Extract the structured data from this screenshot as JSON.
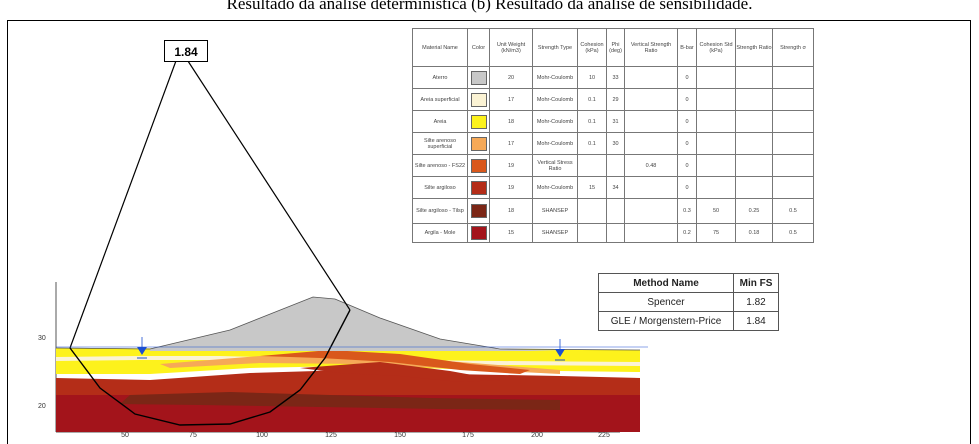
{
  "caption": "Resultado da análise determinística (b) Resultado da análise de sensibilidade.",
  "fs_label": "1.84",
  "materials_table": {
    "headers": [
      "Material Name",
      "Color",
      "Unit Weight (kN/m3)",
      "Strength Type",
      "Cohesion (kPa)",
      "Phi (deg)",
      "Vertical Strength Ratio",
      "B-bar",
      "Cohesion Std (kPa)",
      "Strength Ratio",
      "Strength σ"
    ],
    "rows": [
      {
        "name": "Aterro",
        "color": "#c8c8c8",
        "unit_weight": "20",
        "strength_type": "Mohr-Coulomb",
        "cohesion": "10",
        "phi": "33",
        "vsr": "",
        "bbar": "0",
        "c1": "",
        "c2": "",
        "c3": ""
      },
      {
        "name": "Areia superficial",
        "color": "#fbf3d4",
        "unit_weight": "17",
        "strength_type": "Mohr-Coulomb",
        "cohesion": "0.1",
        "phi": "29",
        "vsr": "",
        "bbar": "0",
        "c1": "",
        "c2": "",
        "c3": ""
      },
      {
        "name": "Areia",
        "color": "#fdf21c",
        "unit_weight": "18",
        "strength_type": "Mohr-Coulomb",
        "cohesion": "0.1",
        "phi": "31",
        "vsr": "",
        "bbar": "0",
        "c1": "",
        "c2": "",
        "c3": ""
      },
      {
        "name": "Silte arenoso superficial",
        "color": "#f6a957",
        "unit_weight": "17",
        "strength_type": "Mohr-Coulomb",
        "cohesion": "0.1",
        "phi": "30",
        "vsr": "",
        "bbar": "0",
        "c1": "",
        "c2": "",
        "c3": ""
      },
      {
        "name": "Silte arenoso - FS22",
        "color": "#d9581c",
        "unit_weight": "19",
        "strength_type": "Vertical Stress Ratio",
        "cohesion": "",
        "phi": "",
        "vsr": "0.48",
        "bbar": "0",
        "c1": "",
        "c2": "",
        "c3": ""
      },
      {
        "name": "Silte argiloso",
        "color": "#b42d18",
        "unit_weight": "19",
        "strength_type": "Mohr-Coulomb",
        "cohesion": "15",
        "phi": "34",
        "vsr": "",
        "bbar": "0",
        "c1": "",
        "c2": "",
        "c3": ""
      },
      {
        "name": "Silte argiloso - Tilsp",
        "color": "#7b2616",
        "unit_weight": "18",
        "strength_type": "SHANSEP",
        "cohesion": "",
        "phi": "",
        "vsr": "",
        "bbar": "0.3",
        "c1": "50",
        "c2": "0.25",
        "c3": "0.5"
      },
      {
        "name": "Argila - Mole",
        "color": "#a3141b",
        "unit_weight": "15",
        "strength_type": "SHANSEP",
        "cohesion": "",
        "phi": "",
        "vsr": "",
        "bbar": "0.2",
        "c1": "75",
        "c2": "0.18",
        "c3": "0.5"
      }
    ]
  },
  "method_table": {
    "headers": [
      "Method Name",
      "Min FS"
    ],
    "rows": [
      {
        "method": "Spencer",
        "fs": "1.82"
      },
      {
        "method": "GLE / Morgenstern-Price",
        "fs": "1.84"
      }
    ]
  },
  "axis": {
    "y_ticks": [
      "30",
      "20"
    ],
    "x_ticks": [
      "50",
      "75",
      "100",
      "125",
      "150",
      "175",
      "200",
      "225"
    ]
  },
  "colors": {
    "embankment": "#c8c8c8",
    "sand": "#fdf21c",
    "sand_surface": "#fbf3d4",
    "silt_sandy": "#d9581c",
    "silt_clayey": "#b42d18",
    "silt_clayey_tilsp": "#7b2616",
    "clay_soft": "#a3141b",
    "water_marker": "#1a4fd1"
  }
}
